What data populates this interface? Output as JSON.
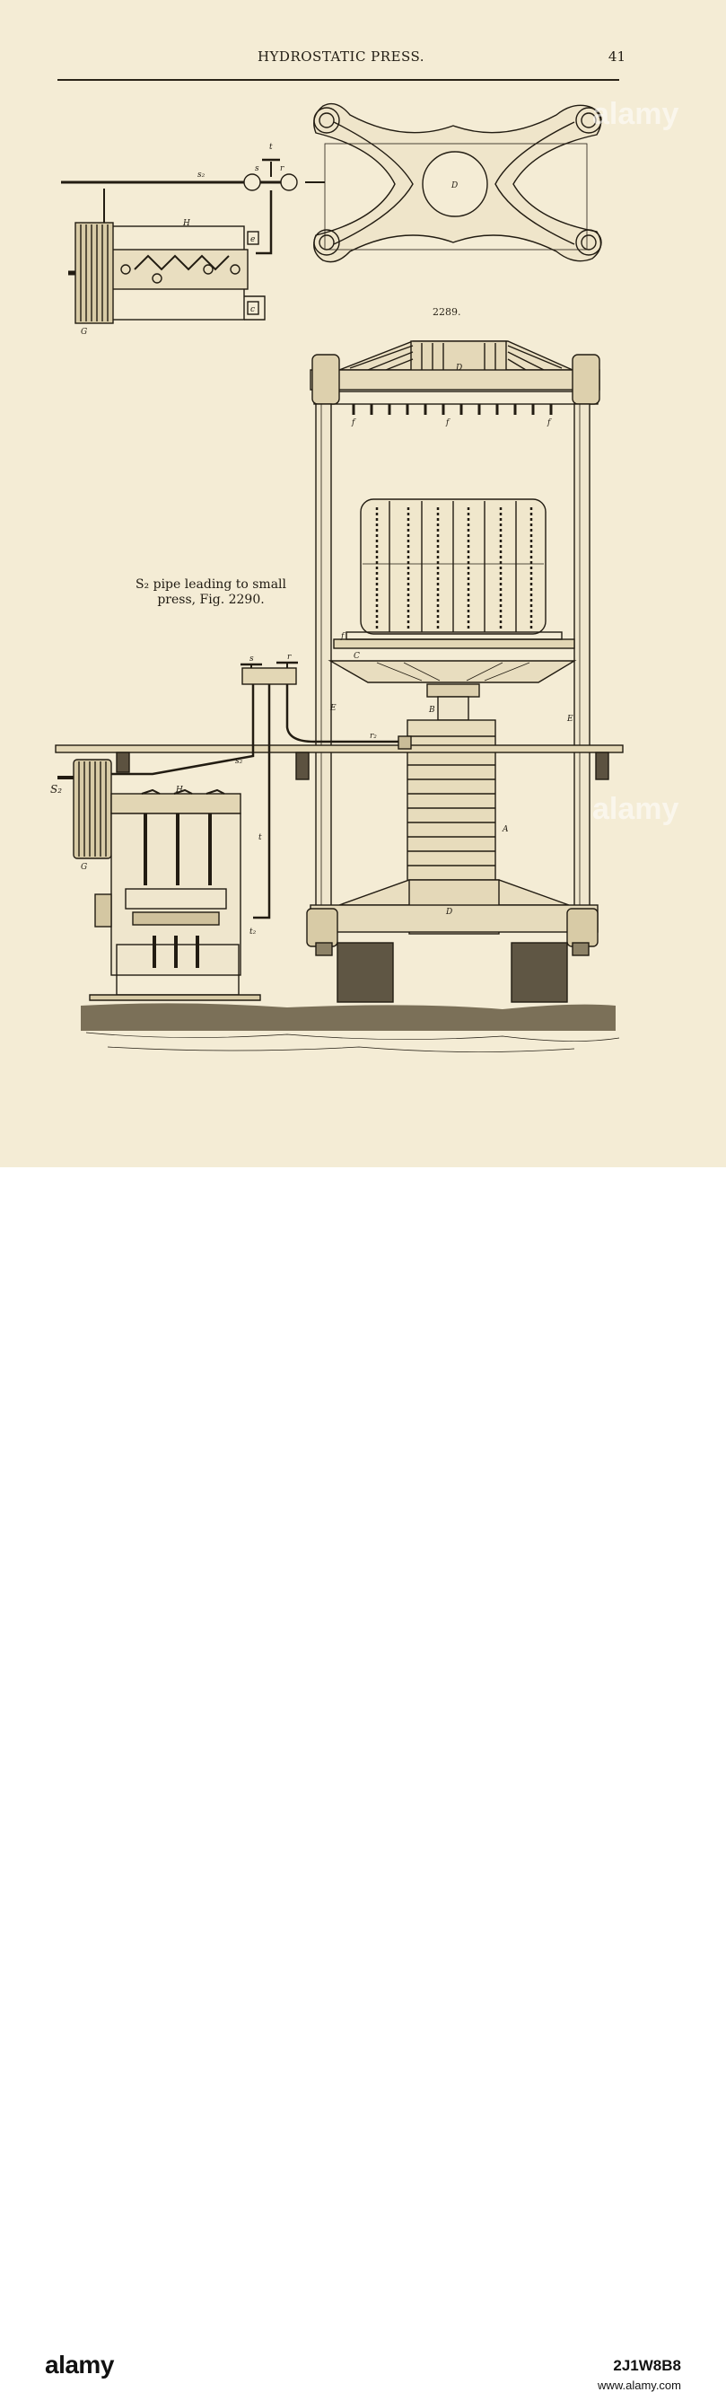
{
  "header": {
    "title": "HYDROSTATIC PRESS.",
    "page_number": "41"
  },
  "figure": {
    "number": "2289."
  },
  "caption": {
    "line1": "S₂ pipe leading to small",
    "line2": "press, Fig. 2290."
  },
  "labels": {
    "top_s2": "s₂",
    "top_t": "t",
    "top_s": "s",
    "top_r": "r",
    "top_H": "H",
    "top_G": "G",
    "top_D": "D",
    "top_e": "e",
    "top_c": "c",
    "D_top": "D",
    "f1": "f",
    "f2": "f",
    "f3": "f",
    "f_platen": "f",
    "C": "C",
    "B": "B",
    "E_left": "E",
    "E_right": "E",
    "r2": "r₂",
    "A": "A",
    "D_bottom": "D",
    "s": "s",
    "r": "r",
    "s2": "s₂",
    "S2": "S₂",
    "H": "H",
    "G": "G",
    "t": "t",
    "t2": "t₂"
  },
  "watermark": {
    "text": "alamy"
  },
  "footer": {
    "logo": "alamy",
    "image_id": "2J1W8B8",
    "site": "www.alamy.com"
  }
}
